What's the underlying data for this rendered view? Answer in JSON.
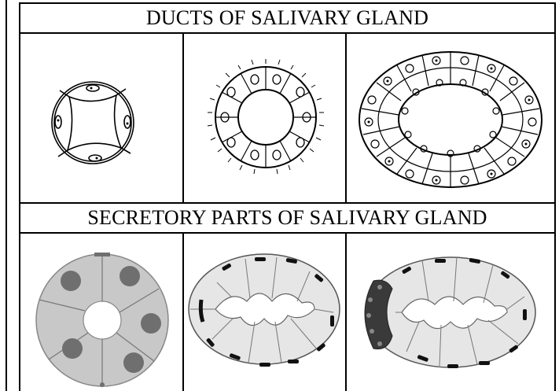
{
  "table": {
    "header_ducts": "DUCTS OF SALIVARY GLAND",
    "header_secretory": "SECRETORY PARTS OF SALIVARY GLAND"
  },
  "figures": {
    "ducts": [
      {
        "icon": "intercalated-duct-figure"
      },
      {
        "icon": "striated-duct-figure"
      },
      {
        "icon": "excretory-duct-figure"
      }
    ],
    "secretory": [
      {
        "icon": "serous-acinus-figure",
        "fill": "#c8c8c8",
        "nucleus_fill": "#6f6f6f"
      },
      {
        "icon": "mucous-acinus-figure",
        "fill": "#e6e6e6",
        "nucleus_fill": "#111111"
      },
      {
        "icon": "mixed-acinus-with-demilune-figure",
        "fill": "#e6e6e6",
        "nucleus_fill": "#111111",
        "demilune_fill": "#3a3a3a"
      }
    ]
  }
}
